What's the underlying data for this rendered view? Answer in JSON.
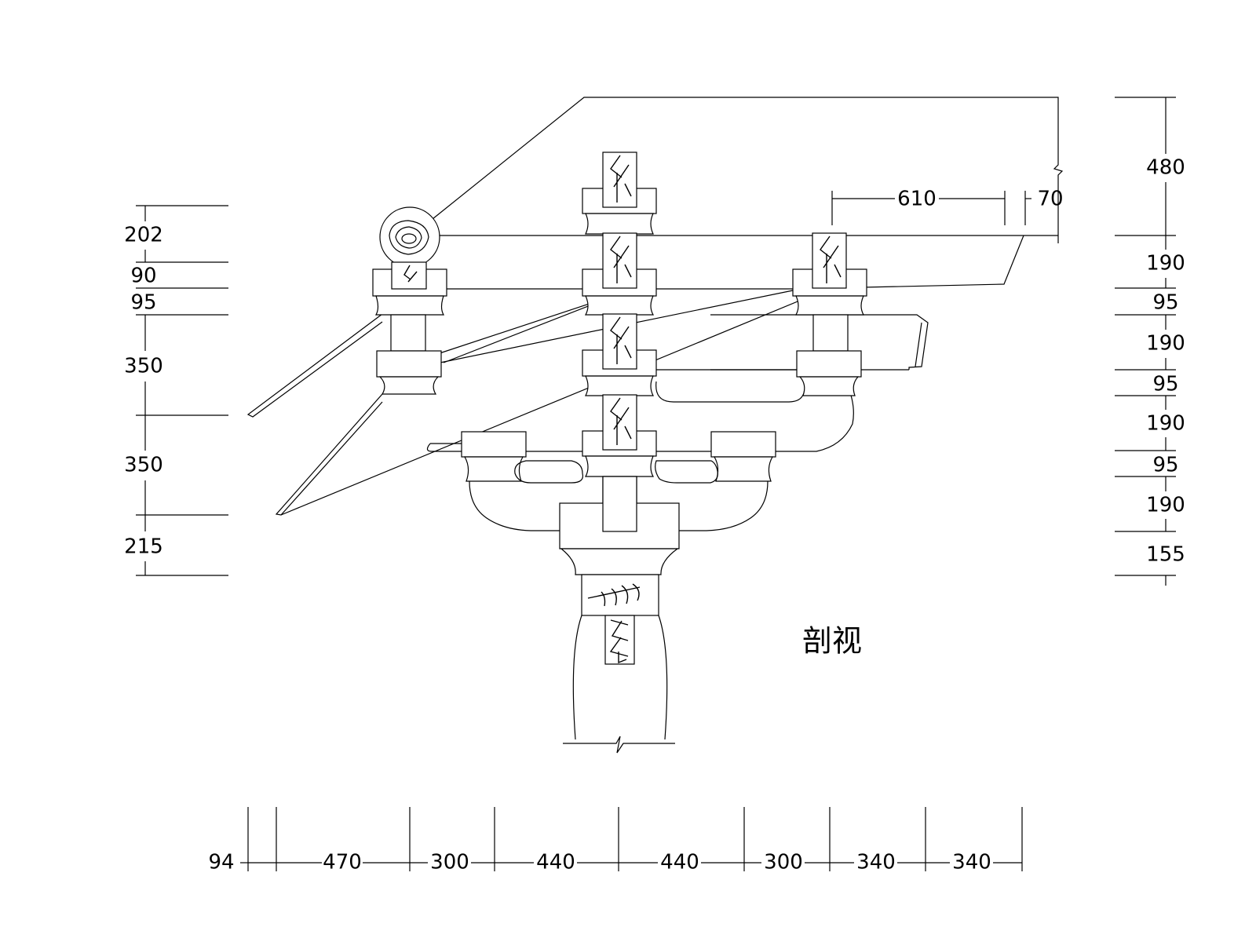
{
  "drawing": {
    "caption": "剖视",
    "left_dimensions": [
      "202",
      "90",
      "95",
      "350",
      "350",
      "215"
    ],
    "right_dimensions": [
      "480",
      "190",
      "95",
      "190",
      "95",
      "190",
      "95",
      "190",
      "155"
    ],
    "top_dimensions": [
      "610",
      "70"
    ],
    "bottom_dimensions": [
      "94",
      "470",
      "300",
      "440",
      "440",
      "300",
      "340",
      "340"
    ]
  }
}
